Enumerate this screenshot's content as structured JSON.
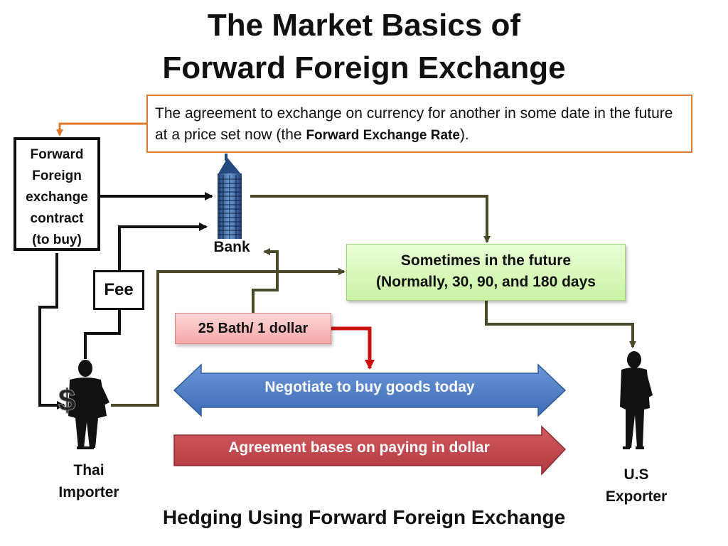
{
  "title": {
    "line1": "The Market Basics of",
    "line2": "Forward Foreign Exchange"
  },
  "definition": {
    "text_before": "The agreement to exchange on currency for another in some date in the future at a price set now (the ",
    "bold_term": "Forward Exchange Rate",
    "text_after": ")."
  },
  "contract_box": {
    "line1": "Forward",
    "line2": "Foreign",
    "line3": "exchange",
    "line4": "contract",
    "line5": "(to buy)"
  },
  "fee_label": "Fee",
  "bank_label": "Bank",
  "future_box": {
    "line1": "Sometimes in the future",
    "line2": "(Normally, 30, 90, and 180 days"
  },
  "rate_label": "25 Bath/ 1 dollar",
  "negotiate_arrow_label": "Negotiate to buy goods today",
  "agreement_arrow_label": "Agreement bases on paying in dollar",
  "importer": {
    "line1": "Thai",
    "line2": "Importer"
  },
  "exporter": {
    "line1": "U.S",
    "line2": "Exporter"
  },
  "footer": "Hedging Using Forward Foreign Exchange",
  "colors": {
    "definition_border": "#e07a2a",
    "connector_olive": "#4a4a2a",
    "rate_arrow_red": "#cc1111",
    "negotiate_arrow_blue": "#4a78c0",
    "agreement_arrow_red": "#c0444a",
    "future_box_green": "#c9f2a4",
    "rate_box_pink": "#f6a8a8"
  },
  "icons": {
    "bank": "skyscraper-icon",
    "importer": "businessman-with-dollar-icon",
    "exporter": "businessman-icon"
  }
}
